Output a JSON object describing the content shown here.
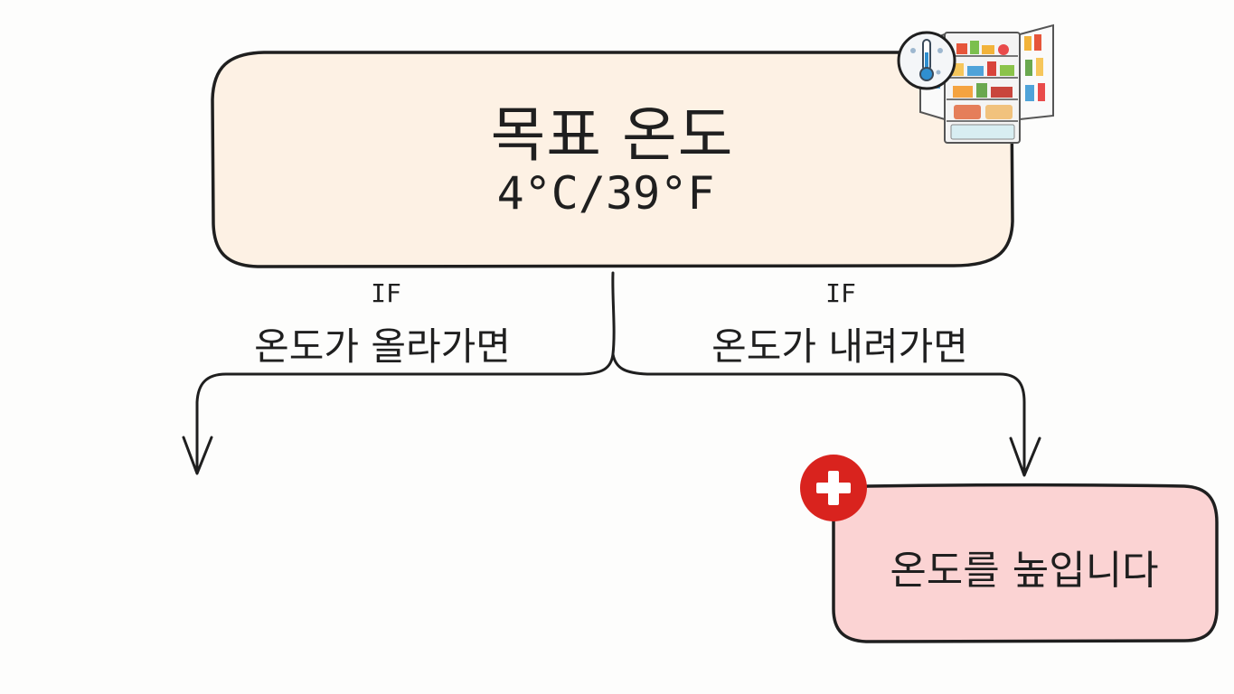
{
  "target": {
    "title": "목표 온도",
    "value": "4°C/39°F"
  },
  "branches": {
    "left": {
      "keyword": "IF",
      "condition": "온도가 올라가면"
    },
    "right": {
      "keyword": "IF",
      "condition": "온도가 내려가면",
      "action": "온도를 높입니다"
    }
  },
  "colors": {
    "target_box_fill": "#fdf1e4",
    "action_box_fill": "#fbd3d3",
    "plus_badge": "#d9231e",
    "stroke": "#1f1f1f"
  },
  "icons": {
    "target_box": "fridge-thermometer-icon",
    "action_box": "plus-icon",
    "arrows": "arrow-down-icon"
  }
}
